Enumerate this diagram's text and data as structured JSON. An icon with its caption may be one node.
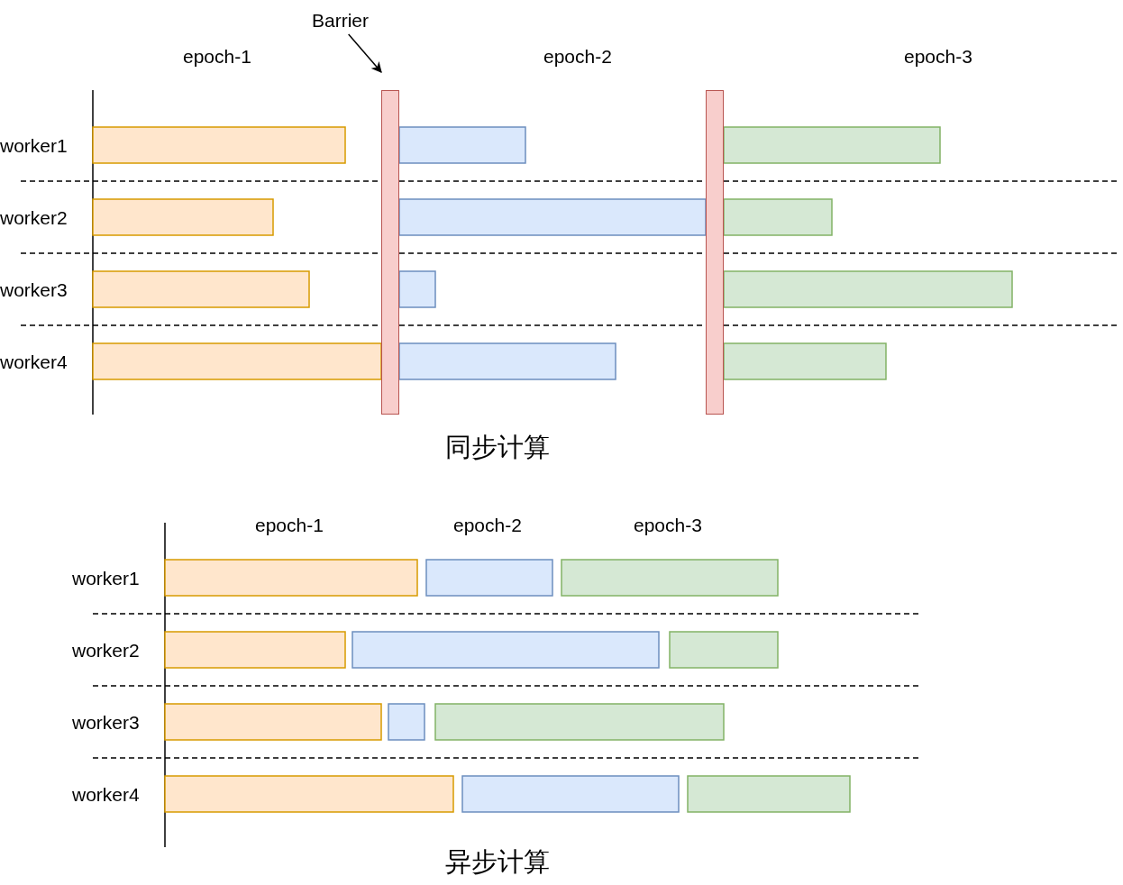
{
  "diagram": {
    "nodes": [
      {
        "text": [
          "Barrier"
        ]
      },
      {
        "text": [],
        "shape": "bar"
      },
      {
        "text": [],
        "shape": "bar"
      }
    ],
    "edges": [
      {
        "from": 0,
        "to": 1,
        "arrow": "to"
      }
    ],
    "labels": [
      "epoch-1",
      "epoch-2",
      "epoch-3",
      "worker1",
      "worker2",
      "worker3",
      "worker4",
      "同步计算",
      "epoch-1",
      "epoch-2",
      "epoch-3",
      "worker1",
      "worker2",
      "worker3",
      "worker4",
      "异步计算"
    ]
  }
}
